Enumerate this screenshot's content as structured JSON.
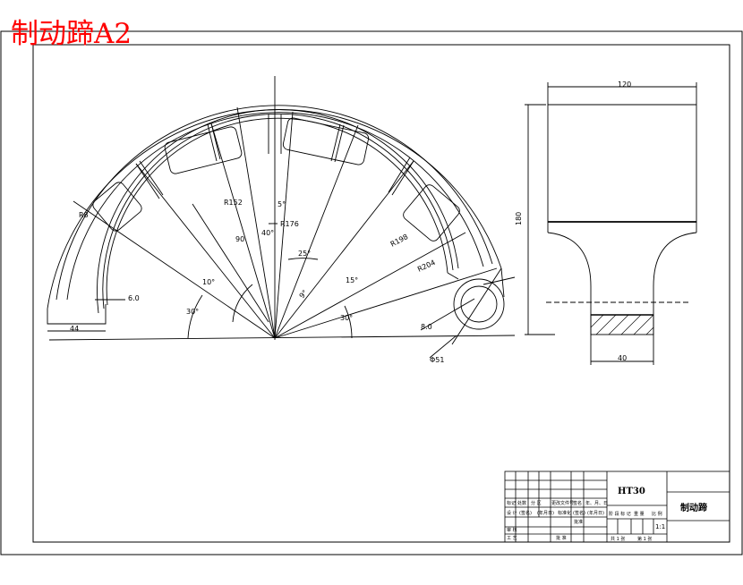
{
  "sheet_title": "制动蹄A2",
  "front_view": {
    "labels": {
      "r152": "R152",
      "r176": "R176",
      "r198": "R198",
      "r204": "R204",
      "r8": "R8",
      "ang_90a": "90",
      "ang_40": "40°",
      "ang_5": "5°",
      "ang_25": "25°",
      "ang_15": "15°",
      "ang_10": "10°",
      "ang_30_left": "30°",
      "ang_30_right": "30°",
      "ang_9": "9°",
      "d6": "6.0",
      "d44": "44",
      "d8": "8.0",
      "phi51": "Φ51"
    }
  },
  "side_view": {
    "labels": {
      "width_top": "120",
      "height_left": "180",
      "width_bottom": "40"
    }
  },
  "title_block": {
    "material": "HT30",
    "part_name": "制动蹄",
    "scale": "1:1",
    "sheet_info_left": "共 1 张",
    "sheet_info_right": "第 1 张",
    "row_labels": [
      "标记",
      "处数",
      "分 区",
      "更改文件号",
      "签名",
      "年、月、日"
    ],
    "row2_labels": [
      "设 计",
      "(签名)",
      "(年月日)",
      "标准化",
      "(签名)",
      "(年月日)"
    ],
    "row3_labels": [
      "审 核",
      "",
      "",
      "",
      "",
      ""
    ],
    "row4_labels": [
      "工 艺",
      "",
      "",
      "批 准",
      "",
      ""
    ],
    "stage_labels": [
      "阶 段 标 记",
      "重 量",
      "比 例"
    ],
    "approval_mid": "批准"
  }
}
